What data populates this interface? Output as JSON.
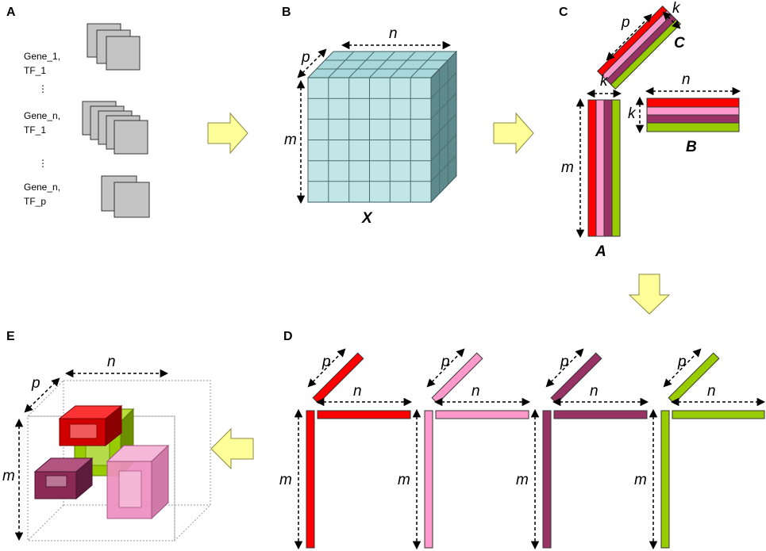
{
  "panels": {
    "A": "A",
    "B": "B",
    "C": "C",
    "D": "D",
    "E": "E"
  },
  "panel_a": {
    "labels": [
      {
        "line1": "Gene_1,",
        "line2": "TF_1"
      },
      {
        "line1": "Gene_n,",
        "line2": "TF_1"
      },
      {
        "line1": "Gene_n,",
        "line2": "TF_p"
      }
    ],
    "ellipsis": "⋮"
  },
  "dims": {
    "n": "n",
    "m": "m",
    "p": "p",
    "k": "k"
  },
  "matrices": {
    "X": "X",
    "A": "A",
    "B": "B",
    "C": "C"
  },
  "colors": {
    "red": "#ff0000",
    "pink": "#ff99cc",
    "purple": "#993366",
    "green": "#99cc00",
    "cube_face": "#c2e6e8",
    "cube_side": "#5f8a8d",
    "cube_top": "#a9d8dc",
    "arrow_fill": "#ffff99"
  }
}
